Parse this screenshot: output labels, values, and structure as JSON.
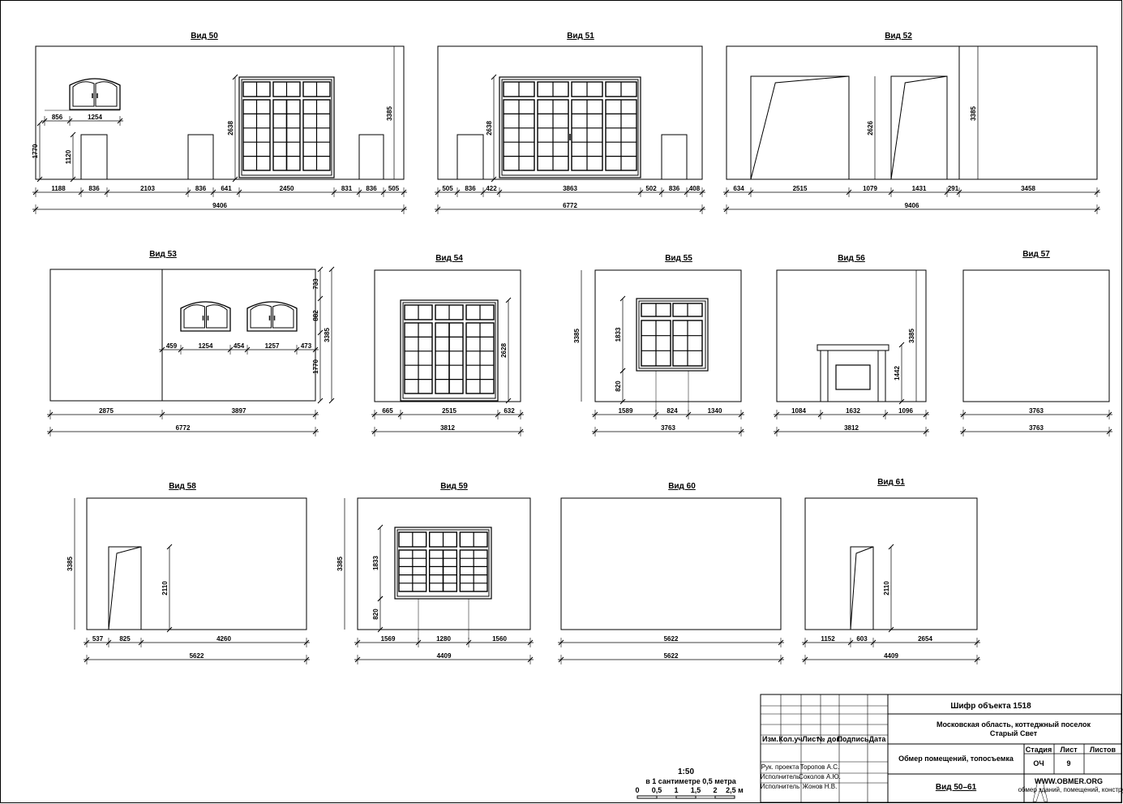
{
  "views": [
    {
      "id": "50",
      "title": "Вид 50",
      "dims": [
        "1188",
        "836",
        "2103",
        "836",
        "641",
        "2450",
        "831",
        "836",
        "505"
      ],
      "total": "9406",
      "vdims": {
        "height": "3385",
        "window_top": "1770",
        "door": "1120",
        "door2": "2638",
        "win_w": "1254",
        "win_off": "856"
      }
    },
    {
      "id": "51",
      "title": "Вид 51",
      "dims": [
        "505",
        "836",
        "422",
        "3863",
        "502",
        "836",
        "408"
      ],
      "total": "6772",
      "vdims": {
        "door": "2638"
      }
    },
    {
      "id": "52",
      "title": "Вид 52",
      "dims": [
        "634",
        "2515",
        "1079",
        "1431",
        "291",
        "3458"
      ],
      "total": "9406",
      "vdims": {
        "open": "2626",
        "height": "3385"
      }
    },
    {
      "id": "53",
      "title": "Вид 53",
      "dims": [
        "2875",
        "3897"
      ],
      "total": "6772",
      "topdims": [
        "459",
        "1254",
        "454",
        "1257",
        "473"
      ],
      "vdims": {
        "a": "733",
        "b": "882",
        "c": "1770",
        "height": "3385"
      }
    },
    {
      "id": "54",
      "title": "Вид 54",
      "dims": [
        "665",
        "2515",
        "632"
      ],
      "total": "3812",
      "vdims": {
        "door": "2628"
      }
    },
    {
      "id": "55",
      "title": "Вид 55",
      "dims": [
        "1589",
        "824",
        "1340"
      ],
      "total": "3763",
      "vdims": {
        "height": "3385",
        "win": "1833",
        "sill": "820"
      }
    },
    {
      "id": "56",
      "title": "Вид 56",
      "dims": [
        "1084",
        "1632",
        "1096"
      ],
      "total": "3812",
      "vdims": {
        "height": "3385",
        "fp": "1442"
      }
    },
    {
      "id": "57",
      "title": "Вид 57",
      "dims": [
        "3763"
      ],
      "total": "3763"
    },
    {
      "id": "58",
      "title": "Вид 58",
      "dims": [
        "537",
        "825",
        "4260"
      ],
      "total": "5622",
      "vdims": {
        "height": "3385",
        "door": "2110"
      }
    },
    {
      "id": "59",
      "title": "Вид 59",
      "dims": [
        "1569",
        "1280",
        "1560"
      ],
      "total": "4409",
      "vdims": {
        "height": "3385",
        "win": "1833",
        "sill": "820"
      }
    },
    {
      "id": "60",
      "title": "Вид 60",
      "dims": [
        "5622"
      ],
      "total": "5622"
    },
    {
      "id": "61",
      "title": "Вид 61",
      "dims": [
        "1152",
        "603",
        "2654"
      ],
      "total": "4409",
      "vdims": {
        "door": "2110"
      }
    }
  ],
  "scale": {
    "ratio": "1:50",
    "note": "в 1 сантиметре  0,5 метра",
    "ticks": [
      "0",
      "0,5",
      "1",
      "1,5",
      "2",
      "2,5 м"
    ]
  },
  "title_block": {
    "cipher": "Шифр объекта 1518",
    "address1": "Московская область, коттеджный поселок",
    "address2": "Старый Свет",
    "desc": "Обмер помещений, топосъемка",
    "headers": [
      "Изм.",
      "Кол.уч",
      "Лист",
      "№ док.",
      "Подпись",
      "Дата"
    ],
    "stage_h": "Стадия",
    "sheet_h": "Лист",
    "sheets_h": "Листов",
    "stage": "ОЧ",
    "sheet": "9",
    "sheets": "",
    "roles": [
      [
        "Рук. проекта",
        "Торопов А.С."
      ],
      [
        "Исполнитель",
        "Соколов А.Ю."
      ],
      [
        "Исполнитель",
        "Жонов Н.В."
      ]
    ],
    "drawing": "Вид 50–61",
    "site": "WWW.OBMER.ORG",
    "site_note": "обмер зданий, помещений, конструкций"
  }
}
